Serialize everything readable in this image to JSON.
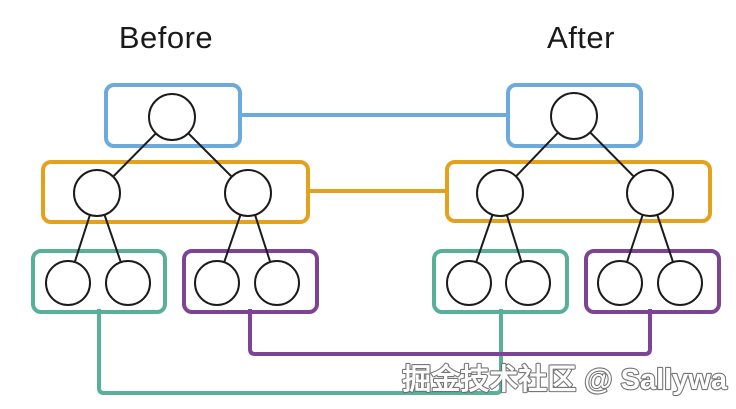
{
  "titles": {
    "before": "Before",
    "after": "After"
  },
  "watermark": {
    "text": "掘金技术社区 @ Sallywa"
  },
  "colors": {
    "level_root": "#6CA9DC",
    "level_internal": "#E4A11C",
    "level_leaf_left": "#58B09A",
    "level_leaf_right": "#7D4394",
    "edge": "#1b1b1b",
    "node_stroke": "#1b1b1b",
    "node_fill": "#ffffff",
    "title_text": "#1a1a1a",
    "watermark_fill": "#fdfdfd",
    "watermark_outline": "#6e6e6e",
    "background": "#ffffff"
  },
  "structure": {
    "panels": [
      "Before",
      "After"
    ],
    "tree_shape": "full binary tree, depth 3 (1 root, 2 internal, 4 leaves per panel)",
    "groupings": [
      {
        "level": "root",
        "color_key": "level_root",
        "nodes": 1
      },
      {
        "level": "internal",
        "color_key": "level_internal",
        "nodes": 2
      },
      {
        "level": "left-leaf-pair",
        "color_key": "level_leaf_left",
        "nodes": 2
      },
      {
        "level": "right-leaf-pair",
        "color_key": "level_leaf_right",
        "nodes": 2
      }
    ],
    "cross_links": [
      {
        "name": "root-link",
        "color_key": "level_root",
        "route": "straight horizontal between root boxes"
      },
      {
        "name": "internal-link",
        "color_key": "level_internal",
        "route": "straight horizontal between internal boxes"
      },
      {
        "name": "left-leaf-link",
        "color_key": "level_leaf_left",
        "route": "down-across-up below diagram (lowest lane)"
      },
      {
        "name": "right-leaf-link",
        "color_key": "level_leaf_right",
        "route": "down-across-up below diagram (upper lane)"
      }
    ]
  }
}
